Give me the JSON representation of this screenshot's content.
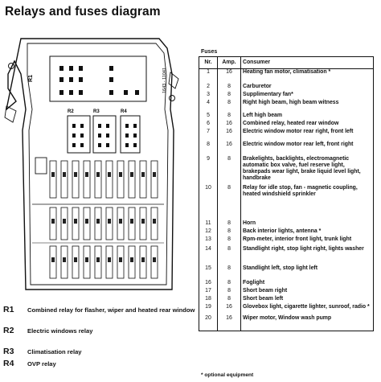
{
  "title": "Relays  and fuses diagram",
  "fuses_caption": "Fuses",
  "table_headers": {
    "nr": "Nr.",
    "amp": "Amp.",
    "consumer": "Consumer"
  },
  "fuses": [
    {
      "nr": "1",
      "amp": "16",
      "consumer": "Heating fan motor, climatisation *"
    },
    {
      "nr": "2",
      "amp": "8",
      "consumer": "Carburetor"
    },
    {
      "nr": "3",
      "amp": "8",
      "consumer": "Supplimentary fan*"
    },
    {
      "nr": "4",
      "amp": "8",
      "consumer": "Right high beam, high beam witness"
    },
    {
      "nr": "5",
      "amp": "8",
      "consumer": "Left high beam"
    },
    {
      "nr": "6",
      "amp": "16",
      "consumer": "Combined relay, heated rear window"
    },
    {
      "nr": "7",
      "amp": "16",
      "consumer": "Electric window motor rear right, front left"
    },
    {
      "nr": "8",
      "amp": "16",
      "consumer": "Electric window motor rear left, front right"
    },
    {
      "nr": "9",
      "amp": "8",
      "consumer": "Brakelights, backlights, electromagnetic automatic box valve, fuel reserve light, brakepads wear light, brake liquid level light, handbrake"
    },
    {
      "nr": "10",
      "amp": "8",
      "consumer": "Relay for idle stop, fan - magnetic coupling, heated windshield sprinkler"
    },
    {
      "nr": "11",
      "amp": "8",
      "consumer": "Horn"
    },
    {
      "nr": "12",
      "amp": "8",
      "consumer": "Back interior lights, antenna *"
    },
    {
      "nr": "13",
      "amp": "8",
      "consumer": "Rpm-meter, interior front light, trunk light"
    },
    {
      "nr": "14",
      "amp": "8",
      "consumer": "Standlight right, stop light right, lights washer"
    },
    {
      "nr": "15",
      "amp": "8",
      "consumer": "Standlight left, stop light left"
    },
    {
      "nr": "16",
      "amp": "8",
      "consumer": "Foglight"
    },
    {
      "nr": "17",
      "amp": "8",
      "consumer": "Short beam right"
    },
    {
      "nr": "18",
      "amp": "8",
      "consumer": "Short beam left"
    },
    {
      "nr": "19",
      "amp": "16",
      "consumer": "Glovebox light, cigarette lighter, sunroof, radio *"
    },
    {
      "nr": "20",
      "amp": "16",
      "consumer": "Wiper motor, Window wash pump"
    }
  ],
  "footnote": "* optional equipment",
  "relays": [
    {
      "code": "R1",
      "desc": "Combined relay for flasher, wiper and heated rear window"
    },
    {
      "code": "R2",
      "desc": "Electric windows relay"
    },
    {
      "code": "R3",
      "desc": "Climatisation relay"
    },
    {
      "code": "R4",
      "desc": "OVP relay"
    }
  ],
  "diagram_labels": {
    "r1": "R1",
    "r2": "R2",
    "r3": "R3",
    "r4": "R4",
    "part_number": "1643 - 11041"
  }
}
